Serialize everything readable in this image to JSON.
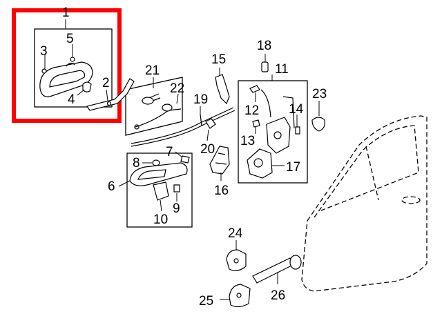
{
  "highlight_color": "#ff0000",
  "callouts": [
    {
      "id": "1",
      "text": "1"
    },
    {
      "id": "2",
      "text": "2"
    },
    {
      "id": "3",
      "text": "3"
    },
    {
      "id": "4",
      "text": "4"
    },
    {
      "id": "5",
      "text": "5"
    },
    {
      "id": "6",
      "text": "6"
    },
    {
      "id": "7",
      "text": "7"
    },
    {
      "id": "8",
      "text": "8"
    },
    {
      "id": "9",
      "text": "9"
    },
    {
      "id": "10",
      "text": "10"
    },
    {
      "id": "11",
      "text": "11"
    },
    {
      "id": "12",
      "text": "12"
    },
    {
      "id": "13",
      "text": "13"
    },
    {
      "id": "14",
      "text": "14"
    },
    {
      "id": "15",
      "text": "15"
    },
    {
      "id": "16",
      "text": "16"
    },
    {
      "id": "17",
      "text": "17"
    },
    {
      "id": "18",
      "text": "18"
    },
    {
      "id": "19",
      "text": "19"
    },
    {
      "id": "20",
      "text": "20"
    },
    {
      "id": "21",
      "text": "21"
    },
    {
      "id": "22",
      "text": "22"
    },
    {
      "id": "23",
      "text": "23"
    },
    {
      "id": "24",
      "text": "24"
    },
    {
      "id": "25",
      "text": "25"
    },
    {
      "id": "26",
      "text": "26"
    }
  ]
}
